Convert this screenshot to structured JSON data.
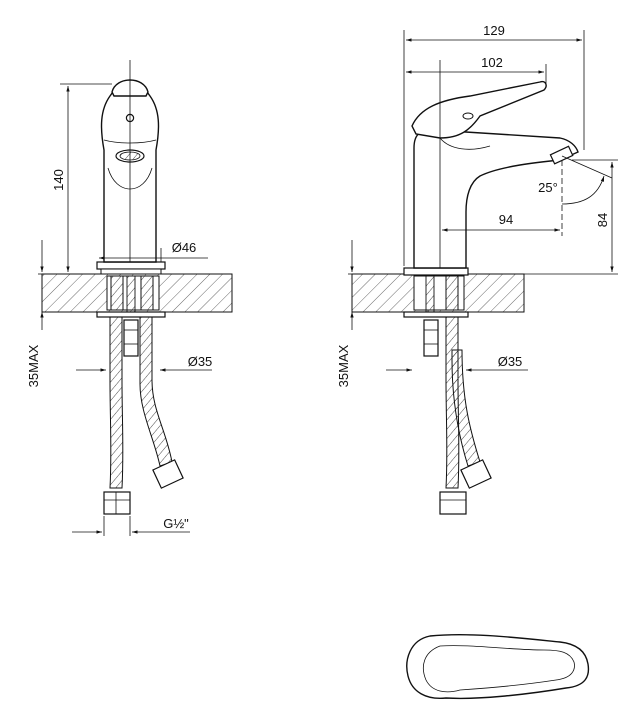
{
  "front_view": {
    "height_label": "140",
    "base_diameter_label": "Ø46",
    "mount_max_label": "35MAX",
    "hole_diameter_label": "Ø35",
    "thread_label": "G½\""
  },
  "side_view": {
    "total_length_label": "129",
    "lever_length_label": "102",
    "spout_angle_label": "25°",
    "spout_reach_label": "94",
    "spout_height_label": "84",
    "mount_max_label": "35MAX",
    "hole_diameter_label": "Ø35"
  }
}
